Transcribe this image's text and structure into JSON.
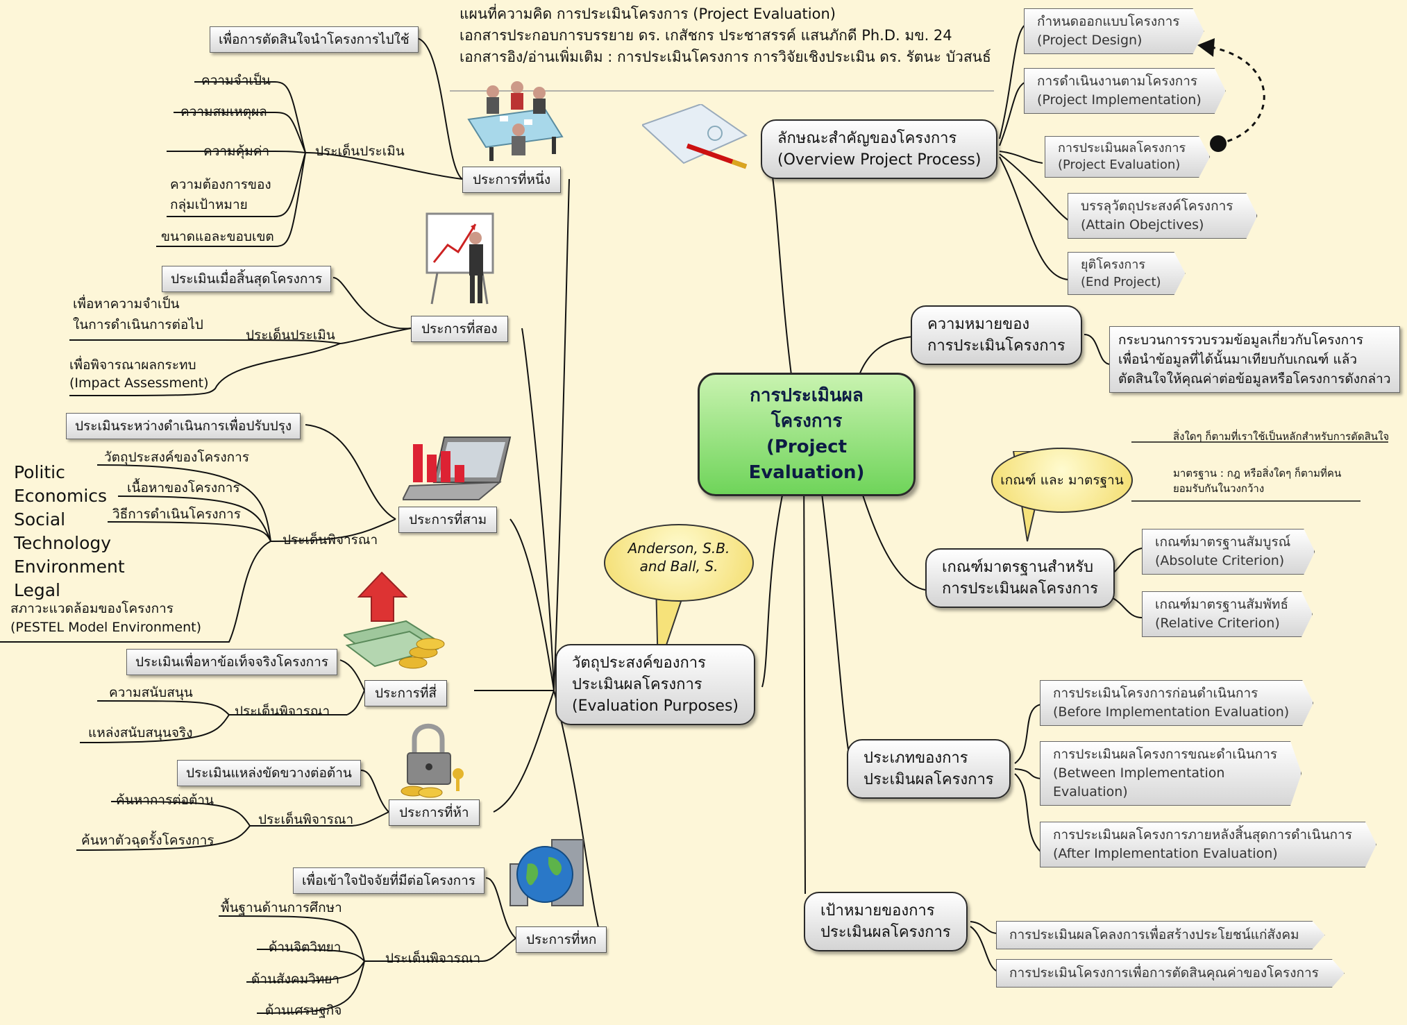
{
  "header": {
    "line1": "แผนที่ความคิด  การประเมินโครงการ (Project Evaluation)",
    "line2": "เอกสารประกอบการบรรยาย ดร. เกสัชกร ประชาสรรค์ แสนภักดี Ph.D. มข. 24",
    "line3": "เอกสารอิง/อ่านเพิ่มเติม : การประเมินโครงการ การวิจัยเชิงประเมิน ดร. รัตนะ บัวสนธ์"
  },
  "center": {
    "line1": "การประเมินผลโครงการ",
    "line2": "(Project Evaluation)"
  },
  "overview": {
    "line1": "ลักษณะสำคัญของโครงการ",
    "line2": "(Overview Project Process)",
    "items": [
      {
        "th": "กำหนดออกแบบโครงการ",
        "en": "(Project Design)"
      },
      {
        "th": "การดำเนินงานตามโครงการ",
        "en": "(Project Implementation)"
      },
      {
        "th": "การประเมินผลโครงการ",
        "en": "(Project Evaluation)"
      },
      {
        "th": "บรรลุวัตถุประสงค์โครงการ",
        "en": "(Attain Obejctives)"
      },
      {
        "th": "ยุติโครงการ",
        "en": "(End Project)"
      }
    ]
  },
  "meaning": {
    "line1": "ความหมายของ",
    "line2": "การประเมินโครงการ",
    "def1": "กระบวนการรวบรวมข้อมูลเกี่ยวกับโครงการ",
    "def2": "เพื่อนำข้อมูลที่ได้นั้นมาเทียบกับเกณฑ์ แล้ว",
    "def3": "ตัดสินใจให้คุณค่าต่อข้อมูลหรือโครงการดังกล่าว"
  },
  "criteria_bubble": {
    "text": "เกณฑ์ และ มาตรฐาน",
    "note1": "สิ่งใดๆ ก็ตามที่เราใช้เป็นหลักสำหรับการตัดสินใจ",
    "note2a": "มาตรฐาน : กฎ หรือสิ่งใดๆ ก็ตามที่คน",
    "note2b": "ยอมรับกันในวงกว้าง"
  },
  "criteria": {
    "line1": "เกณฑ์มาตรฐานสำหรับ",
    "line2": "การประเมินผลโครงการ",
    "items": [
      {
        "th": "เกณฑ์มาตรฐานสัมบูรณ์",
        "en": "(Absolute Criterion)"
      },
      {
        "th": "เกณฑ์มาตรฐานสัมพัทธ์",
        "en": "(Relative Criterion)"
      }
    ]
  },
  "types": {
    "line1": "ประเภทของการ",
    "line2": "ประเมินผลโครงการ",
    "items": [
      {
        "th": "การประเมินโครงการก่อนดำเนินการ",
        "en": "(Before Implementation Evaluation)"
      },
      {
        "th": "การประเมินผลโครงการขณะดำเนินการ",
        "en": "(Between Implementation",
        "en2": "Evaluation)"
      },
      {
        "th": "การประเมินผลโครงการภายหลังสิ้นสุดการดำเนินการ",
        "en": "(After  Implementation  Evaluation)"
      }
    ]
  },
  "goals": {
    "line1": "เป้าหมายของการ",
    "line2": "ประเมินผลโครงการ",
    "items": [
      "การประเมินผลโคลงการเพื่อสร้างประโยชน์แก่สังคม",
      "การประเมินโครงการเพื่อการตัดสินคุณค่าของโครงการ"
    ]
  },
  "purposes": {
    "line1": "วัตถุประสงค์ของการ",
    "line2": "ประเมินผลโครงการ",
    "line3": "(Evaluation Purposes)",
    "bubble1": "Anderson, S.B.",
    "bubble2": "and Ball, S."
  },
  "branch1": {
    "tag": "ประการที่หนึ่ง",
    "box": "เพื่อการตัดสินใจนำโครงการไปใช้",
    "issue": "ประเด็นประเมิน",
    "leaves": [
      "ความจำเป็น",
      "ความสมเหตุผล",
      "ความคุ้มค่า",
      "ความต้องการของ",
      "กลุ่มเป้าหมาย",
      "ขนาดแอละขอบเขต"
    ]
  },
  "branch2": {
    "tag": "ประการที่สอง",
    "box": "ประเมินเมื่อสิ้นสุดโครงการ",
    "issue": "ประเด็นประเมิน",
    "leaves": [
      "เพื่อหาความจำเป็น",
      "ในการดำเนินการต่อไป",
      "เพื่อพิจารณาผลกระทบ",
      "(Impact Assessment)"
    ]
  },
  "branch3": {
    "tag": "ประการที่สาม",
    "box": "ประเมินระหว่างดำเนินการเพื่อปรับปรุง",
    "issue": "ประเด็นพิจารณา",
    "leaves": [
      "วัตถุประสงค์ของโครงการ",
      "เนื้อหาของโครงการ",
      "วิธีการดำเนินโครงการ",
      "สภาวะแวดล้อมของโครงการ",
      "(PESTEL Model Environment)"
    ],
    "pestel": [
      "Politic",
      "Economics",
      "Social",
      "Technology",
      "Environment",
      "Legal"
    ]
  },
  "branch4": {
    "tag": "ประการที่สี่",
    "box": "ประเมินเพื่อหาข้อเท็จจริงโครงการ",
    "issue": "ประเด็นพิจารณา",
    "leaves": [
      "ความสนับสนุน",
      "แหล่งสนับสนุนจริง"
    ]
  },
  "branch5": {
    "tag": "ประการที่ห้า",
    "box": "ประเมินแหล่งขัดขวางต่อต้าน",
    "issue": "ประเด็นพิจารณา",
    "leaves": [
      "ค้นหาการต่อต้าน",
      "ค้นหาตัวฉุดรั้งโครงการ"
    ]
  },
  "branch6": {
    "tag": "ประการที่หก",
    "box": "เพื่อเข้าใจปัจจัยที่มีต่อโครงการ",
    "issue": "ประเด็นพิจารณา",
    "leaves": [
      "พื้นฐานด้านการศึกษา",
      "ด้านจิตวิทยา",
      "ด้านสังคมวิทยา",
      "ด้านเศรษฐกิจ"
    ]
  },
  "colors": {
    "center_fill": "#7fdc6a",
    "bubble_fill": "#f6e27a",
    "background": "#fdf6d8",
    "lines": "#111111"
  },
  "icons": [
    "meeting-illustration",
    "presentation-illustration",
    "laptop-chart-illustration",
    "money-arrow-illustration",
    "padlock-coins-illustration",
    "globe-building-illustration",
    "document-pen-illustration"
  ]
}
